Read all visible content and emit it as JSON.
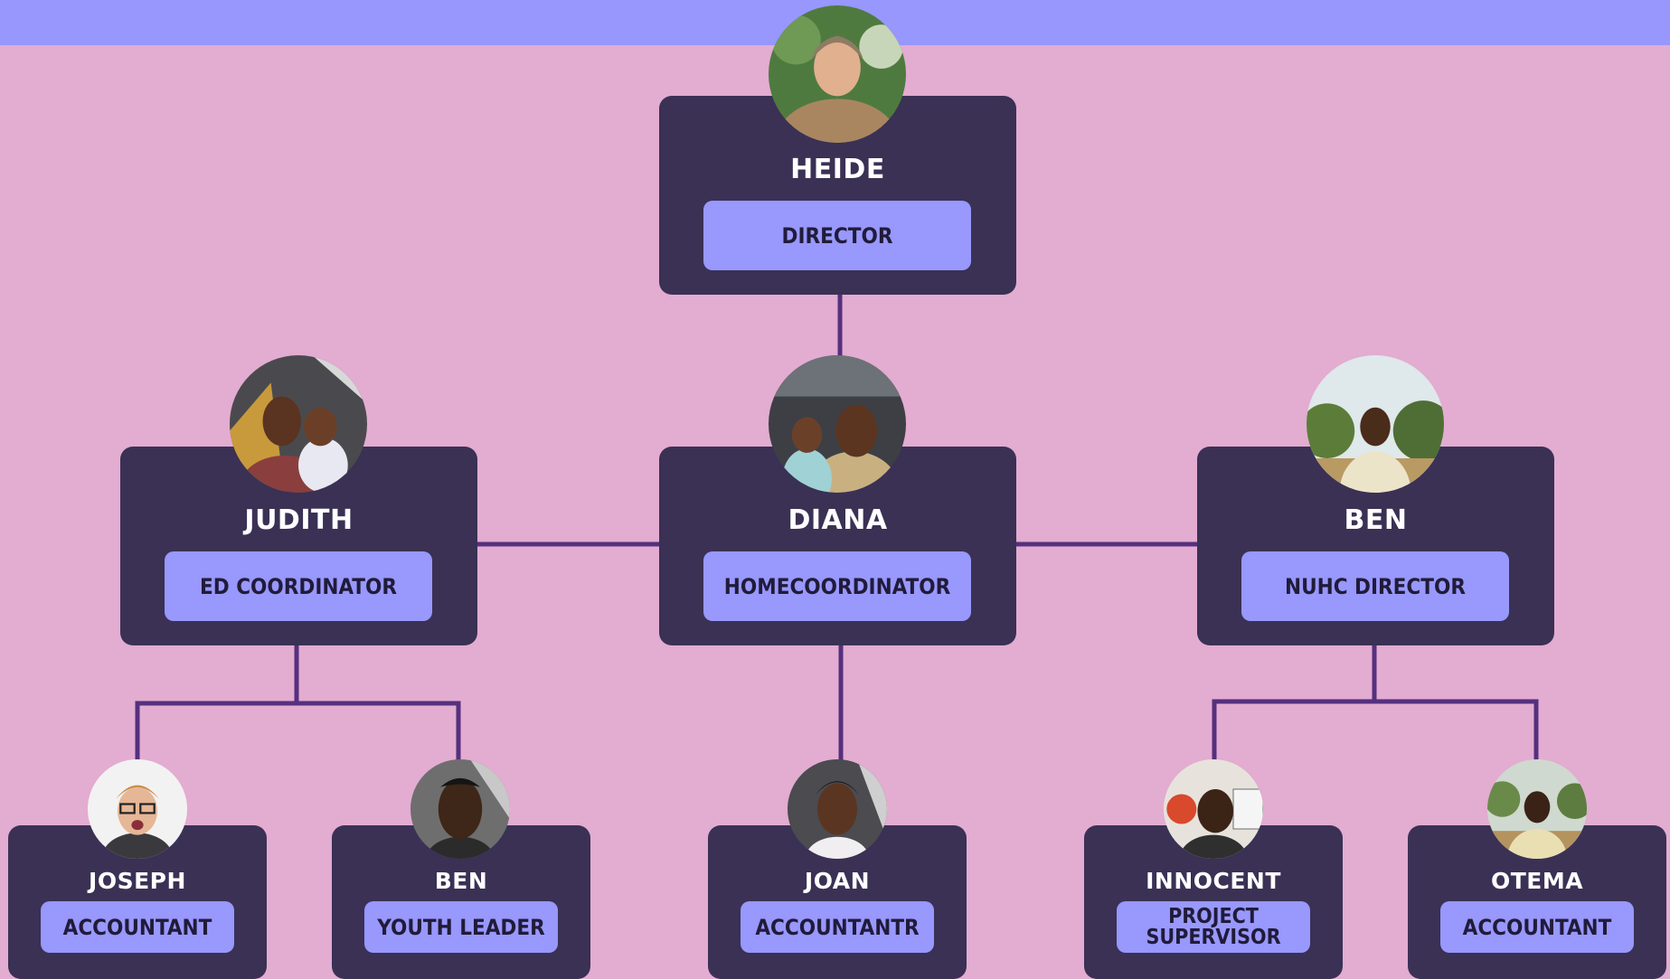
{
  "people": {
    "heide": {
      "name": "HEIDE",
      "role": "DIRECTOR"
    },
    "judith": {
      "name": "JUDITH",
      "role": "ED COORDINATOR"
    },
    "diana": {
      "name": "DIANA",
      "role": "HOMECOORDINATOR"
    },
    "ben_top": {
      "name": "BEN",
      "role": "NUHC DIRECTOR"
    },
    "joseph": {
      "name": "JOSEPH",
      "role": "ACCOUNTANT"
    },
    "ben_low": {
      "name": "BEN",
      "role": "YOUTH LEADER"
    },
    "joan": {
      "name": "JOAN",
      "role": "ACCOUNTANTR"
    },
    "innocent": {
      "name": "INNOCENT",
      "role": "PROJECT SUPERVISOR"
    },
    "otema": {
      "name": "OTEMA",
      "role": "ACCOUNTANT"
    }
  },
  "colors": {
    "background": "#e3acd1",
    "top_bar": "#9797fd",
    "card": "#3a3155",
    "role_pill": "#9898fd",
    "connector": "#55307e"
  }
}
